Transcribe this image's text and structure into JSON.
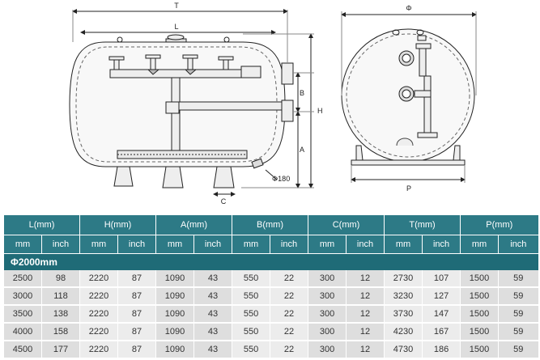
{
  "drawing": {
    "side_labels": {
      "T": "T",
      "L": "L",
      "H": "H",
      "B": "B",
      "A": "A",
      "C": "C",
      "outlet": "Φ180"
    },
    "front_labels": {
      "diameter": "Φ",
      "P": "P"
    }
  },
  "table": {
    "headers": [
      "L(mm)",
      "H(mm)",
      "A(mm)",
      "B(mm)",
      "C(mm)",
      "T(mm)",
      "P(mm)"
    ],
    "units": [
      "mm",
      "inch",
      "mm",
      "inch",
      "mm",
      "inch",
      "mm",
      "inch",
      "mm",
      "inch",
      "mm",
      "inch",
      "mm",
      "inch"
    ],
    "section": "Φ2000mm",
    "rows": [
      [
        "2500",
        "98",
        "2220",
        "87",
        "1090",
        "43",
        "550",
        "22",
        "300",
        "12",
        "2730",
        "107",
        "1500",
        "59"
      ],
      [
        "3000",
        "118",
        "2220",
        "87",
        "1090",
        "43",
        "550",
        "22",
        "300",
        "12",
        "3230",
        "127",
        "1500",
        "59"
      ],
      [
        "3500",
        "138",
        "2220",
        "87",
        "1090",
        "43",
        "550",
        "22",
        "300",
        "12",
        "3730",
        "147",
        "1500",
        "59"
      ],
      [
        "4000",
        "158",
        "2220",
        "87",
        "1090",
        "43",
        "550",
        "22",
        "300",
        "12",
        "4230",
        "167",
        "1500",
        "59"
      ],
      [
        "4500",
        "177",
        "2220",
        "87",
        "1090",
        "43",
        "550",
        "22",
        "300",
        "12",
        "4730",
        "186",
        "1500",
        "59"
      ]
    ]
  }
}
